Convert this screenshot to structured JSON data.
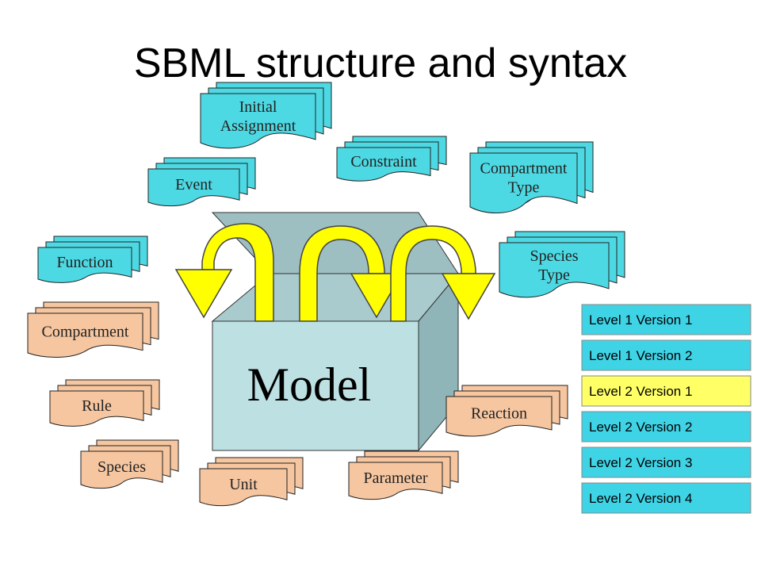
{
  "title": "SBML structure and syntax",
  "model_label": "Model",
  "colors": {
    "cyan_doc": "#4dd9e3",
    "orange_doc": "#f6c6a0",
    "box_front": "#bde0e3",
    "box_side": "#8fb5b8",
    "arrow_fill": "#ffff00",
    "arrow_dark": "#cccc00",
    "level_blue": "#3fd3e6",
    "level_yellow": "#ffff66"
  },
  "cyan_components": [
    {
      "name": "initial-assignment",
      "lines": [
        "Initial",
        "Assignment"
      ]
    },
    {
      "name": "event",
      "lines": [
        "Event"
      ]
    },
    {
      "name": "constraint",
      "lines": [
        "Constraint"
      ]
    },
    {
      "name": "compartment-type",
      "lines": [
        "Compartment",
        "Type"
      ]
    },
    {
      "name": "function",
      "lines": [
        "Function"
      ]
    },
    {
      "name": "species-type",
      "lines": [
        "Species",
        "Type"
      ]
    }
  ],
  "orange_components": [
    {
      "name": "compartment",
      "lines": [
        "Compartment"
      ]
    },
    {
      "name": "rule",
      "lines": [
        "Rule"
      ]
    },
    {
      "name": "species",
      "lines": [
        "Species"
      ]
    },
    {
      "name": "unit",
      "lines": [
        "Unit"
      ]
    },
    {
      "name": "parameter",
      "lines": [
        "Parameter"
      ]
    },
    {
      "name": "reaction",
      "lines": [
        "Reaction"
      ]
    }
  ],
  "levels": [
    {
      "label": "Level 1 Version 1",
      "color": "#3fd3e6"
    },
    {
      "label": "Level 1 Version 2",
      "color": "#3fd3e6"
    },
    {
      "label": "Level 2 Version 1",
      "color": "#ffff66"
    },
    {
      "label": "Level 2 Version 2",
      "color": "#3fd3e6"
    },
    {
      "label": "Level 2 Version 3",
      "color": "#3fd3e6"
    },
    {
      "label": "Level 2 Version 4",
      "color": "#3fd3e6"
    }
  ]
}
